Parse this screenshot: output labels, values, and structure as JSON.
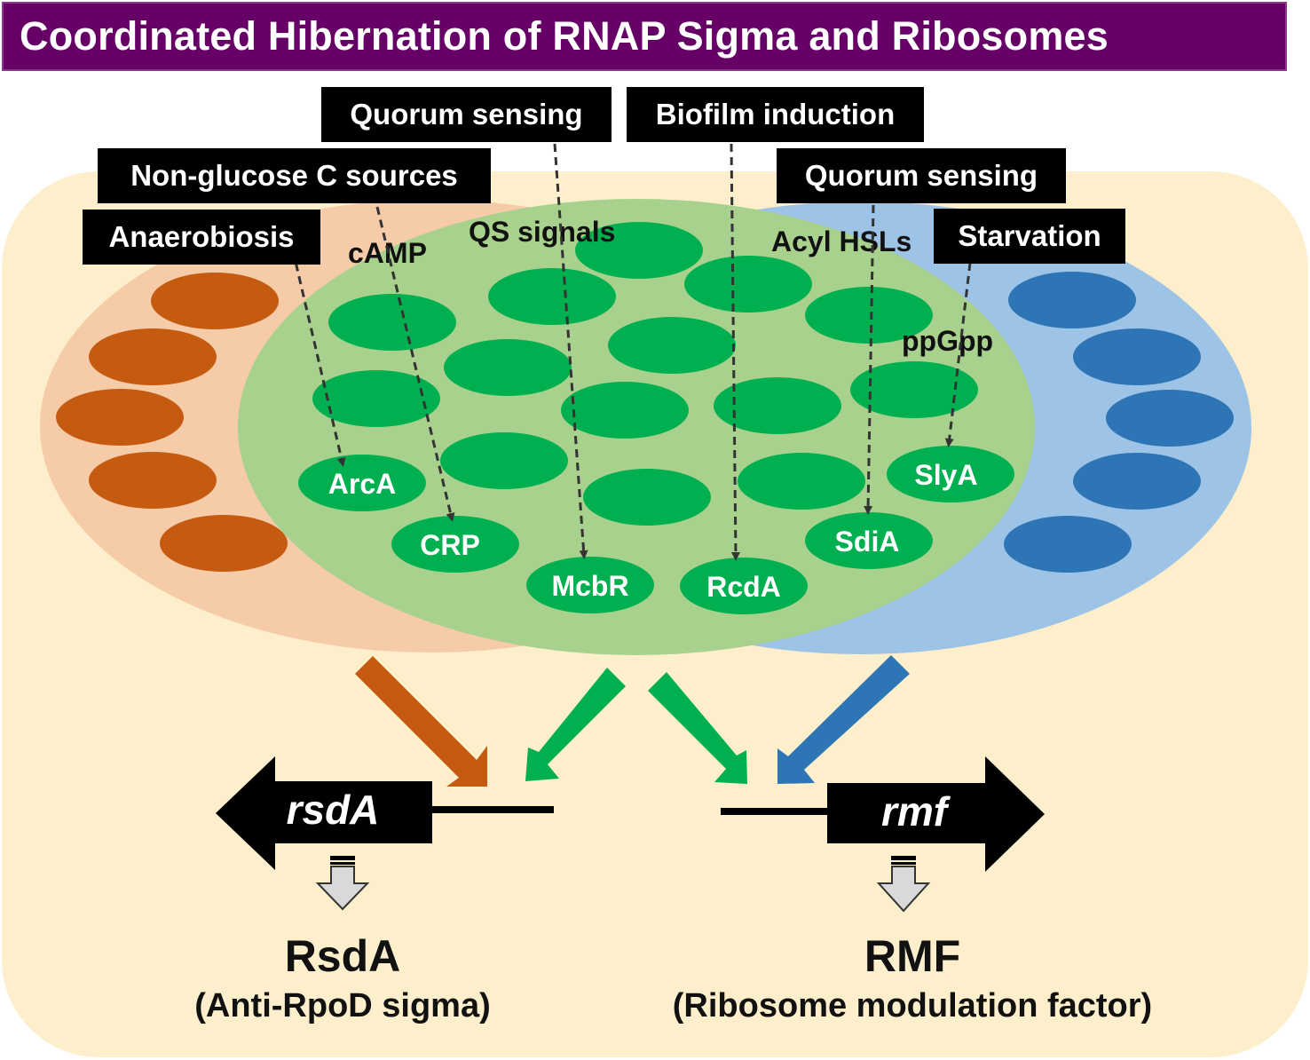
{
  "title": "Coordinated Hibernation of RNAP Sigma and Ribosomes",
  "colors": {
    "title_bg": "#660066",
    "background_panel": "#FDEFCC",
    "sigma_pool": "#F6CBA8",
    "tf_pool": "#A9D18E",
    "ribosome_pool": "#9DC3E6",
    "sigma_ellipse": "#C55A11",
    "tf_ellipse": "#00B050",
    "ribosome_ellipse": "#2E75B6",
    "label_bg": "#000000"
  },
  "signals": {
    "quorum_sensing_1": "Quorum sensing",
    "biofilm": "Biofilm induction",
    "non_glucose": "Non-glucose C sources",
    "quorum_sensing_2": "Quorum sensing",
    "anaerobiosis": "Anaerobiosis",
    "starvation": "Starvation"
  },
  "mediators": {
    "camp": "cAMP",
    "qs_signals": "QS signals",
    "acyl_hsls": "Acyl HSLs",
    "ppgpp": "ppGpp"
  },
  "transcription_factors": {
    "arca": "ArcA",
    "crp": "CRP",
    "mcbr": "McbR",
    "rcda": "RcdA",
    "sdia": "SdiA",
    "slya": "SlyA"
  },
  "genes": {
    "left": "rsdA",
    "right": "rmf"
  },
  "products": {
    "left_name": "RsdA",
    "left_desc": "(Anti-RpoD sigma)",
    "right_name": "RMF",
    "right_desc": "(Ribosome modulation factor)"
  }
}
